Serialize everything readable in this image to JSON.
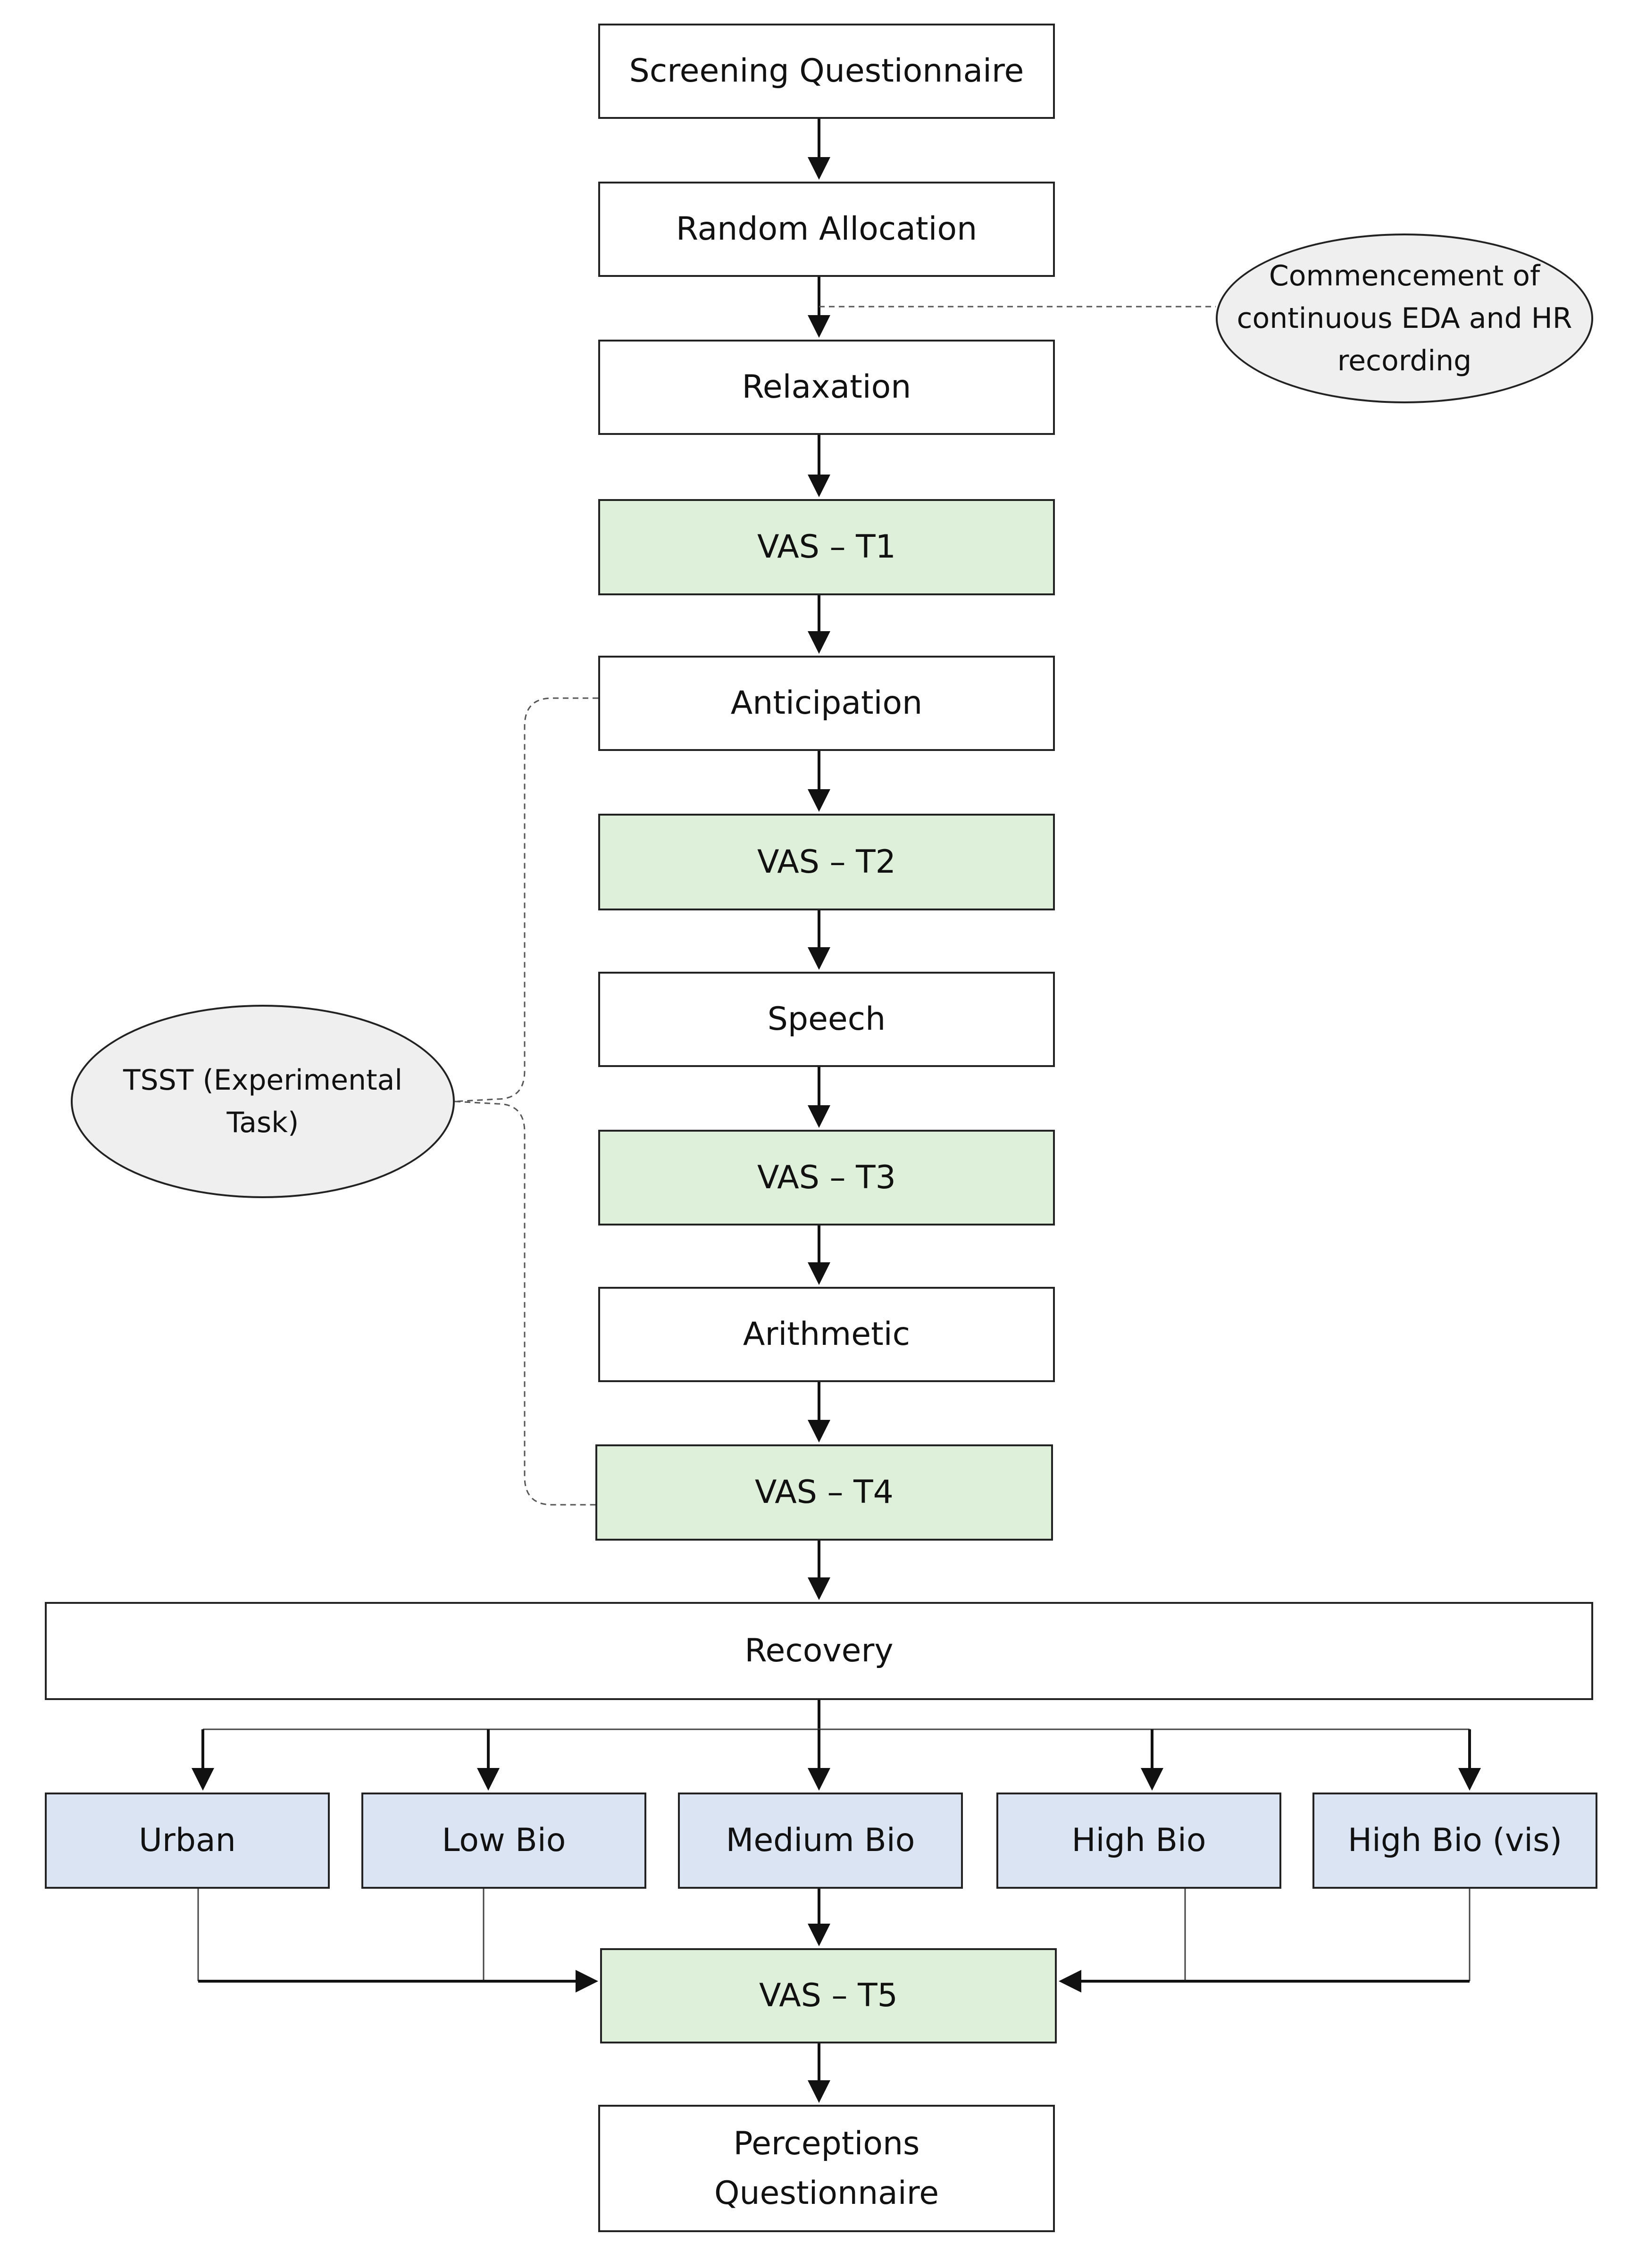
{
  "steps": {
    "screening": "Screening Questionnaire",
    "random_allocation": "Random Allocation",
    "relaxation": "Relaxation",
    "vas_t1": "VAS – T1",
    "anticipation": "Anticipation",
    "vas_t2": "VAS – T2",
    "speech": "Speech",
    "vas_t3": "VAS – T3",
    "arithmetic": "Arithmetic",
    "vas_t4": "VAS – T4",
    "recovery": "Recovery",
    "vas_t5": "VAS – T5",
    "perceptions": "Perceptions\nQuestionnaire"
  },
  "conditions": {
    "urban": "Urban",
    "low_bio": "Low Bio",
    "medium_bio": "Medium Bio",
    "high_bio": "High Bio",
    "high_bio_vis": "High Bio (vis)"
  },
  "notes": {
    "recording": "Commencement of\ncontinuous EDA and HR\nrecording",
    "tsst": "TSST (Experimental\nTask)"
  },
  "colors": {
    "vas_fill": "#dff0da",
    "condition_fill": "#dae4f3",
    "note_fill": "#efefef"
  }
}
